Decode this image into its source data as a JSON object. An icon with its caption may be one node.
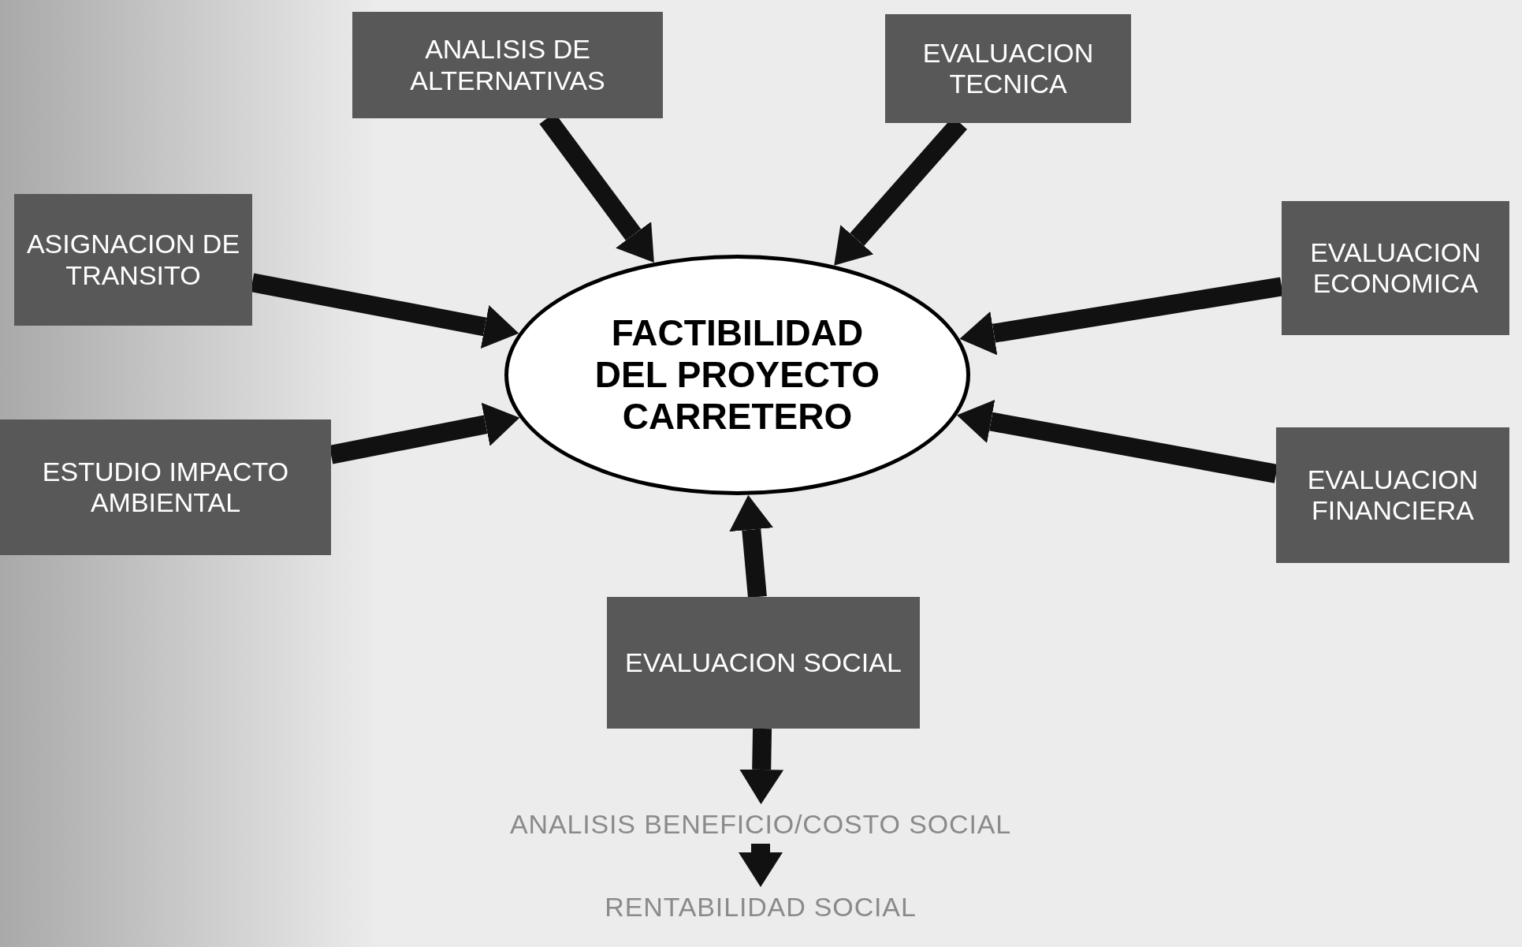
{
  "diagram": {
    "nodes": [
      {
        "text": [
          "FACTIBILIDAD DEL PROYECTO CARRETERO"
        ]
      },
      {
        "text": [
          "ANALISIS DE ALTERNATIVAS"
        ]
      },
      {
        "text": [
          "EVALUACION TECNICA"
        ]
      },
      {
        "text": [
          "ASIGNACION DE TRANSITO"
        ]
      },
      {
        "text": [
          "EVALUACION ECONOMICA"
        ]
      },
      {
        "text": [
          "ESTUDIO IMPACTO AMBIENTAL"
        ]
      },
      {
        "text": [
          "EVALUACION FINANCIERA"
        ]
      },
      {
        "text": [
          "EVALUACION SOCIAL"
        ]
      },
      {
        "text": [
          "ANALISIS BENEFICIO/COSTO SOCIAL"
        ]
      },
      {
        "text": [
          "RENTABILIDAD SOCIAL"
        ]
      }
    ],
    "edges": [
      {
        "from": 1,
        "to": 0,
        "arrow": "to"
      },
      {
        "from": 2,
        "to": 0,
        "arrow": "to"
      },
      {
        "from": 3,
        "to": 0,
        "arrow": "to"
      },
      {
        "from": 4,
        "to": 0,
        "arrow": "to"
      },
      {
        "from": 5,
        "to": 0,
        "arrow": "to"
      },
      {
        "from": 6,
        "to": 0,
        "arrow": "to"
      },
      {
        "from": 7,
        "to": 0,
        "arrow": "to"
      },
      {
        "from": 7,
        "to": 8,
        "arrow": "to"
      },
      {
        "from": 8,
        "to": 9,
        "arrow": "to"
      }
    ]
  }
}
